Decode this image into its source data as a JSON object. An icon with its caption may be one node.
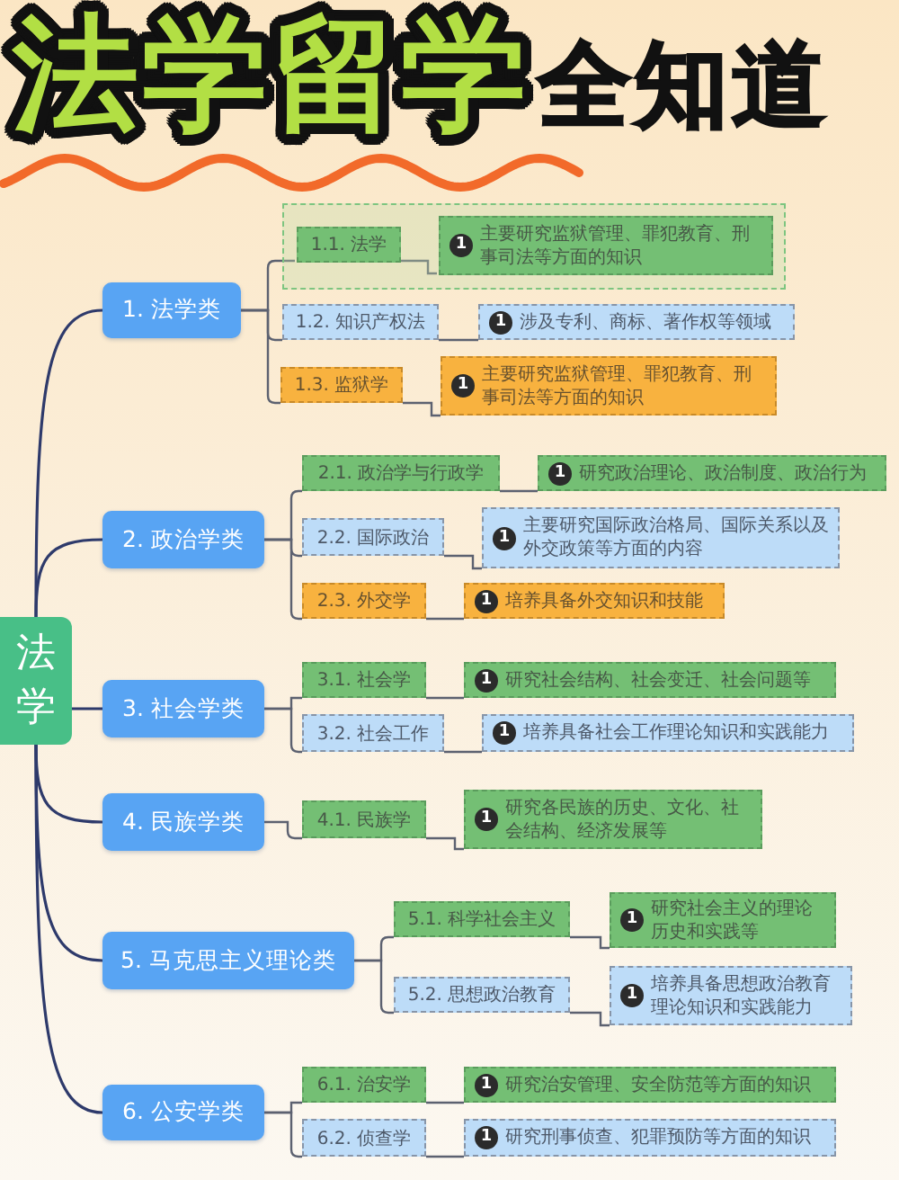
{
  "diagram": {
    "title": "法学留学**全知道**",
    "nodes": [
      {
        "text": [
          "法学"
        ]
      },
      {
        "text": [
          "1. 法学类"
        ]
      },
      {
        "text": [],
        "shape": "box"
      },
      {
        "text": [
          "1.1. 法学"
        ],
        "in": 2
      },
      {
        "text": [
          "1",
          "主要研究监狱管理、罪犯教育、刑事司法等方面的知识"
        ],
        "in": 2
      },
      {
        "text": [
          "1.2. 知识产权法"
        ]
      },
      {
        "text": [
          "1",
          "涉及专利、商标、著作权等领域"
        ]
      },
      {
        "text": [
          "1.3. 监狱学"
        ]
      },
      {
        "text": [
          "1",
          "主要研究监狱管理、罪犯教育、刑事司法等方面的知识"
        ]
      },
      {
        "text": [
          "2. 政治学类"
        ]
      },
      {
        "text": [
          "2.1. 政治学与行政学"
        ]
      },
      {
        "text": [
          "1",
          "研究政治理论、政治制度、政治行为"
        ]
      },
      {
        "text": [
          "2.2. 国际政治"
        ]
      },
      {
        "text": [
          "1",
          "主要研究国际政治格局、国际关系以及外交政策等方面的内容"
        ]
      },
      {
        "text": [
          "2.3. 外交学"
        ]
      },
      {
        "text": [
          "1",
          "培养具备外交知识和技能"
        ]
      },
      {
        "text": [
          "3. 社会学类"
        ]
      },
      {
        "text": [
          "3.1. 社会学"
        ]
      },
      {
        "text": [
          "1",
          "研究社会结构、社会变迁、社会问题等"
        ]
      },
      {
        "text": [
          "3.2. 社会工作"
        ]
      },
      {
        "text": [
          "1",
          "培养具备社会工作理论知识和实践能力"
        ]
      },
      {
        "text": [
          "4. 民族学类"
        ]
      },
      {
        "text": [
          "4.1. 民族学"
        ]
      },
      {
        "text": [
          "1",
          "研究各民族的历史、文化、社会结构、经济发展等"
        ]
      },
      {
        "text": [
          "5. 马克思主义理论类"
        ]
      },
      {
        "text": [
          "5.1. 科学社会主义"
        ]
      },
      {
        "text": [
          "1",
          "研究社会主义的理论历史和实践等"
        ]
      },
      {
        "text": [
          "5.2. 思想政治教育"
        ]
      },
      {
        "text": [
          "1",
          "培养具备思想政治教育理论知识和实践能力"
        ]
      },
      {
        "text": [
          "6. 公安学类"
        ]
      },
      {
        "text": [
          "6.1. 治安学"
        ]
      },
      {
        "text": [
          "1",
          "研究治安管理、安全防范等方面的知识"
        ]
      },
      {
        "text": [
          "6.2. 侦查学"
        ]
      },
      {
        "text": [
          "1",
          "研究刑事侦查、犯罪预防等方面的知识"
        ]
      }
    ],
    "edges": [
      {
        "from": 0,
        "to": 1,
        "arrow": "none",
        "color": "#2e3a6b"
      },
      {
        "from": 0,
        "to": 9,
        "arrow": "none",
        "color": "#2e3a6b"
      },
      {
        "from": 0,
        "to": 16,
        "arrow": "none",
        "color": "#2e3a6b"
      },
      {
        "from": 0,
        "to": 21,
        "arrow": "none",
        "color": "#2e3a6b"
      },
      {
        "from": 0,
        "to": 24,
        "arrow": "none",
        "color": "#2e3a6b"
      },
      {
        "from": 0,
        "to": 29,
        "arrow": "none",
        "color": "#2e3a6b"
      },
      {
        "from": 1,
        "to": 3,
        "arrow": "none"
      },
      {
        "from": 1,
        "to": 5,
        "arrow": "none"
      },
      {
        "from": 1,
        "to": 7,
        "arrow": "none"
      },
      {
        "from": 3,
        "to": 4,
        "arrow": "none"
      },
      {
        "from": 5,
        "to": 6,
        "arrow": "none"
      },
      {
        "from": 7,
        "to": 8,
        "arrow": "none"
      },
      {
        "from": 9,
        "to": 10,
        "arrow": "none"
      },
      {
        "from": 9,
        "to": 12,
        "arrow": "none"
      },
      {
        "from": 9,
        "to": 14,
        "arrow": "none"
      },
      {
        "from": 10,
        "to": 11,
        "arrow": "none"
      },
      {
        "from": 12,
        "to": 13,
        "arrow": "none"
      },
      {
        "from": 14,
        "to": 15,
        "arrow": "none"
      },
      {
        "from": 16,
        "to": 17,
        "arrow": "none"
      },
      {
        "from": 16,
        "to": 19,
        "arrow": "none"
      },
      {
        "from": 17,
        "to": 18,
        "arrow": "none"
      },
      {
        "from": 19,
        "to": 20,
        "arrow": "none"
      },
      {
        "from": 21,
        "to": 22,
        "arrow": "none"
      },
      {
        "from": 22,
        "to": 23,
        "arrow": "none"
      },
      {
        "from": 24,
        "to": 25,
        "arrow": "none"
      },
      {
        "from": 24,
        "to": 27,
        "arrow": "none"
      },
      {
        "from": 25,
        "to": 26,
        "arrow": "none"
      },
      {
        "from": 27,
        "to": 28,
        "arrow": "none"
      },
      {
        "from": 29,
        "to": 30,
        "arrow": "none"
      },
      {
        "from": 29,
        "to": 32,
        "arrow": "none"
      },
      {
        "from": 30,
        "to": 31,
        "arrow": "none"
      },
      {
        "from": 32,
        "to": 33,
        "arrow": "none"
      }
    ]
  }
}
